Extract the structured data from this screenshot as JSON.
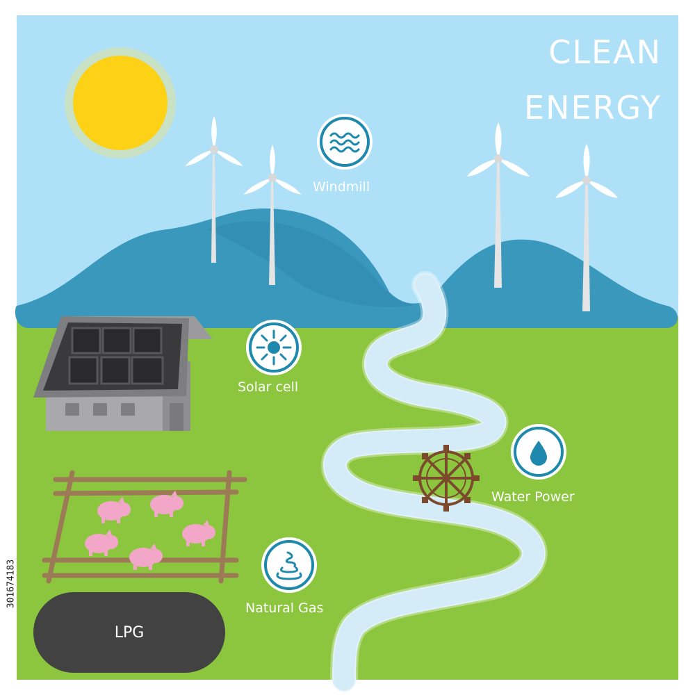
{
  "title": {
    "line1": "CLEAN",
    "line2": "ENERGY"
  },
  "sources": {
    "windmill": {
      "label": "Windmill",
      "icon": "wave-icon"
    },
    "solar": {
      "label": "Solar cell",
      "icon": "sun-icon"
    },
    "water": {
      "label": "Water Power",
      "icon": "water-drop-icon"
    },
    "gas": {
      "label": "Natural Gas",
      "icon": "gas-swirl-icon"
    }
  },
  "lpg": {
    "label": "LPG"
  },
  "stock_id": "301674183",
  "colors": {
    "sky": "#aee0f8",
    "hills": "#3a98bd",
    "grass": "#8cc63f",
    "river": "#d3ecf8",
    "icon_ring": "#1e89ad",
    "sun": "#fcd116",
    "lpg_tank": "#424242",
    "pig": "#f3a7c8",
    "fence": "#9c7a55"
  }
}
